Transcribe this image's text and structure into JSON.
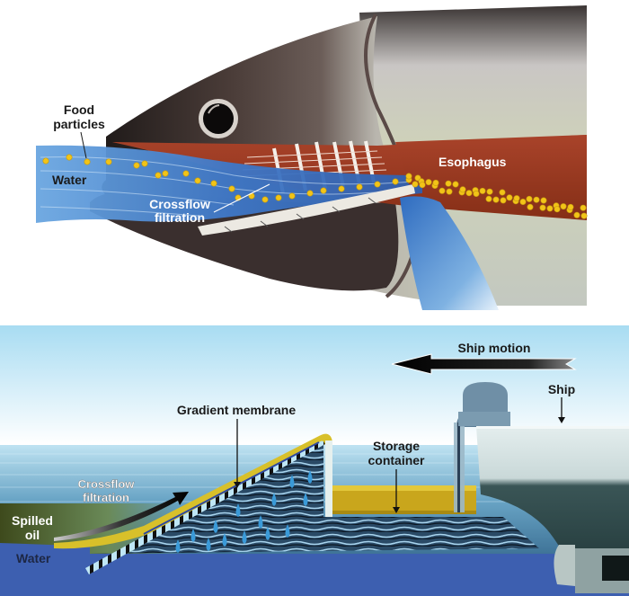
{
  "top_panel": {
    "subject": "fish-head-filtration",
    "labels": {
      "food_particles_line1": "Food",
      "food_particles_line2": "particles",
      "water": "Water",
      "crossflow_line1": "Crossflow",
      "crossflow_line2": "filtration",
      "esophagus": "Esophagus"
    }
  },
  "bottom_panel": {
    "subject": "oil-skimmer-ship",
    "labels": {
      "ship_motion": "Ship motion",
      "ship": "Ship",
      "gradient_membrane": "Gradient membrane",
      "storage_line1": "Storage",
      "storage_line2": "container",
      "crossflow_line1": "Crossflow",
      "crossflow_line2": "filtration",
      "spilled_oil_line1": "Spilled",
      "spilled_oil_line2": "oil",
      "water": "Water"
    }
  },
  "colors": {
    "water_blue": "#3d5fb0",
    "stream_blue": "#4a86d0",
    "particle_yellow": "#f2c418",
    "esophagus_red": "#9c3a1f",
    "fish_dark": "#3b2f2c",
    "oil_yellow": "#d8c02a",
    "sky_top": "#a8dcf2"
  }
}
